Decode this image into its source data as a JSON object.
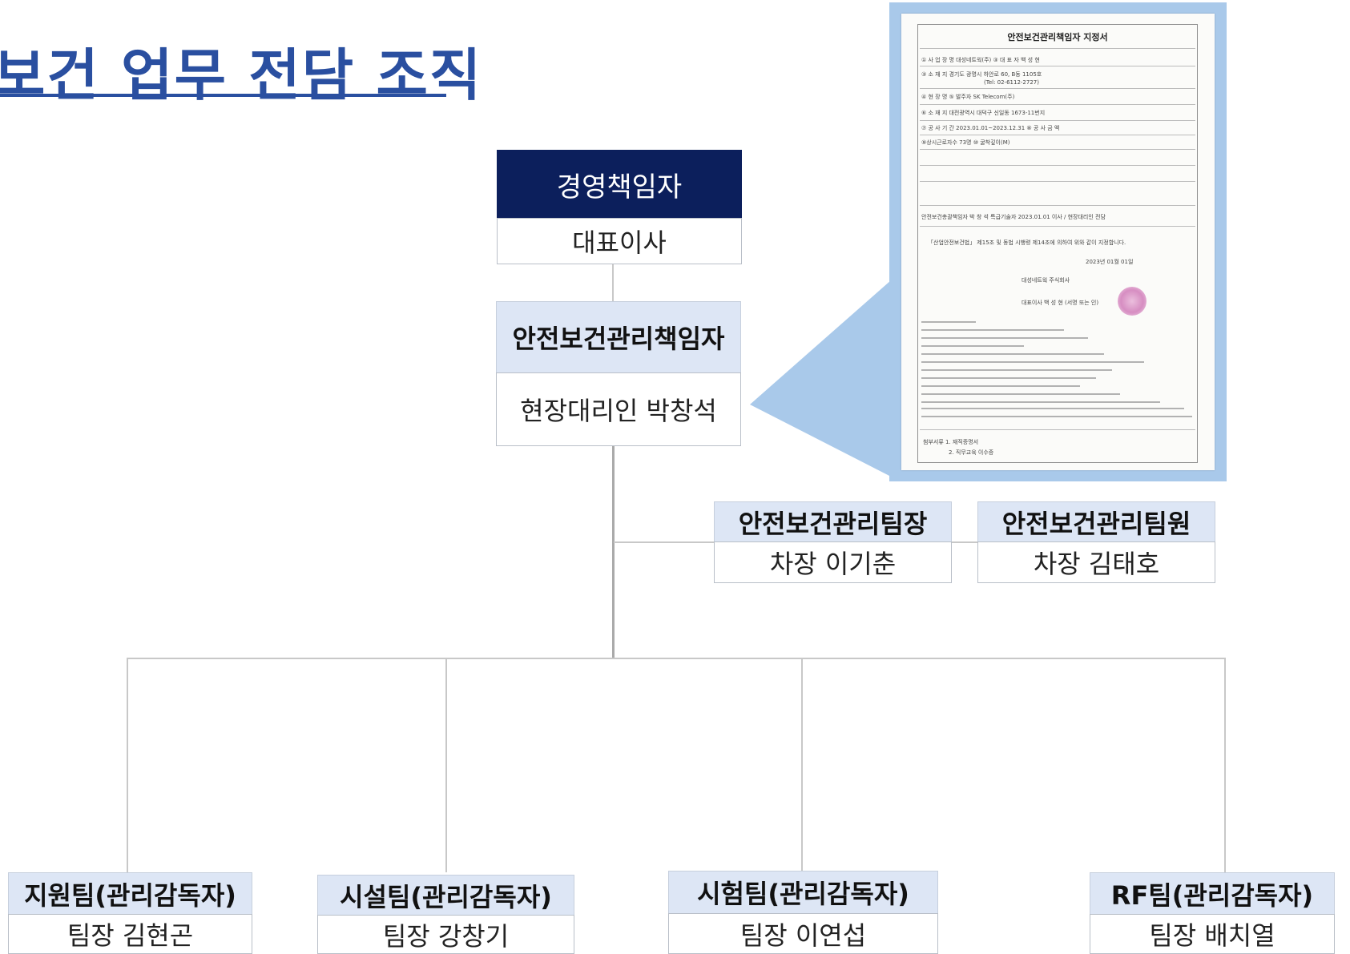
{
  "title": "보건 업무 전담 조직",
  "ceo": {
    "header": "경영책임자",
    "value": "대표이사"
  },
  "safety_manager": {
    "header": "안전보건관리책임자",
    "value": "현장대리인 박창석"
  },
  "team_leader": {
    "header": "안전보건관리팀장",
    "value": "차장 이기춘"
  },
  "team_member": {
    "header": "안전보건관리팀원",
    "value": "차장 김태호"
  },
  "teams": [
    {
      "header": "지원팀(관리감독자)",
      "value": "팀장 김현곤"
    },
    {
      "header": "시설팀(관리감독자)",
      "value": "팀장 강창기"
    },
    {
      "header": "시험팀(관리감독자)",
      "value": "팀장 이연섭"
    },
    {
      "header": "RF팀(관리감독자)",
      "value": "팀장 배치열"
    }
  ],
  "document": {
    "title": "안전보건관리책임자 지정서",
    "lines": [
      "① 사 업 장 명   대성네트웍(주)        ③ 대 표 자   백 성 현",
      "③ 소 재 지   경기도 광명시 하안로 60, B동 1105호",
      "(Tel: 02-6112-2727)",
      "④ 현 장 명          ⑤ 발주자   SK Telecom(주)",
      "⑥ 소 재 지   대전광역시 대덕구 신일동 1673-11번지",
      "⑦ 공 사 기 간   2023.01.01~2023.12.31   ⑧ 공 사 금 액",
      "⑨상시근로자수   73명   ⑩ 굴착깊이(M)",
      "안전보건총괄책임자   박 창 석   특급기술자   2023.01.01   이사 / 현장대리인   전담",
      "「산업안전보건법」 제15조 및 동법 시행령 제14조에 의하여 위와 같이 지정합니다.",
      "2023년   01월   01일",
      "대성네트웍 주식회사",
      "대표이사   백 성 현   (서명 또는 인)",
      "첨부서류 1. 재직증명서",
      "2. 직무교육 이수증"
    ]
  }
}
